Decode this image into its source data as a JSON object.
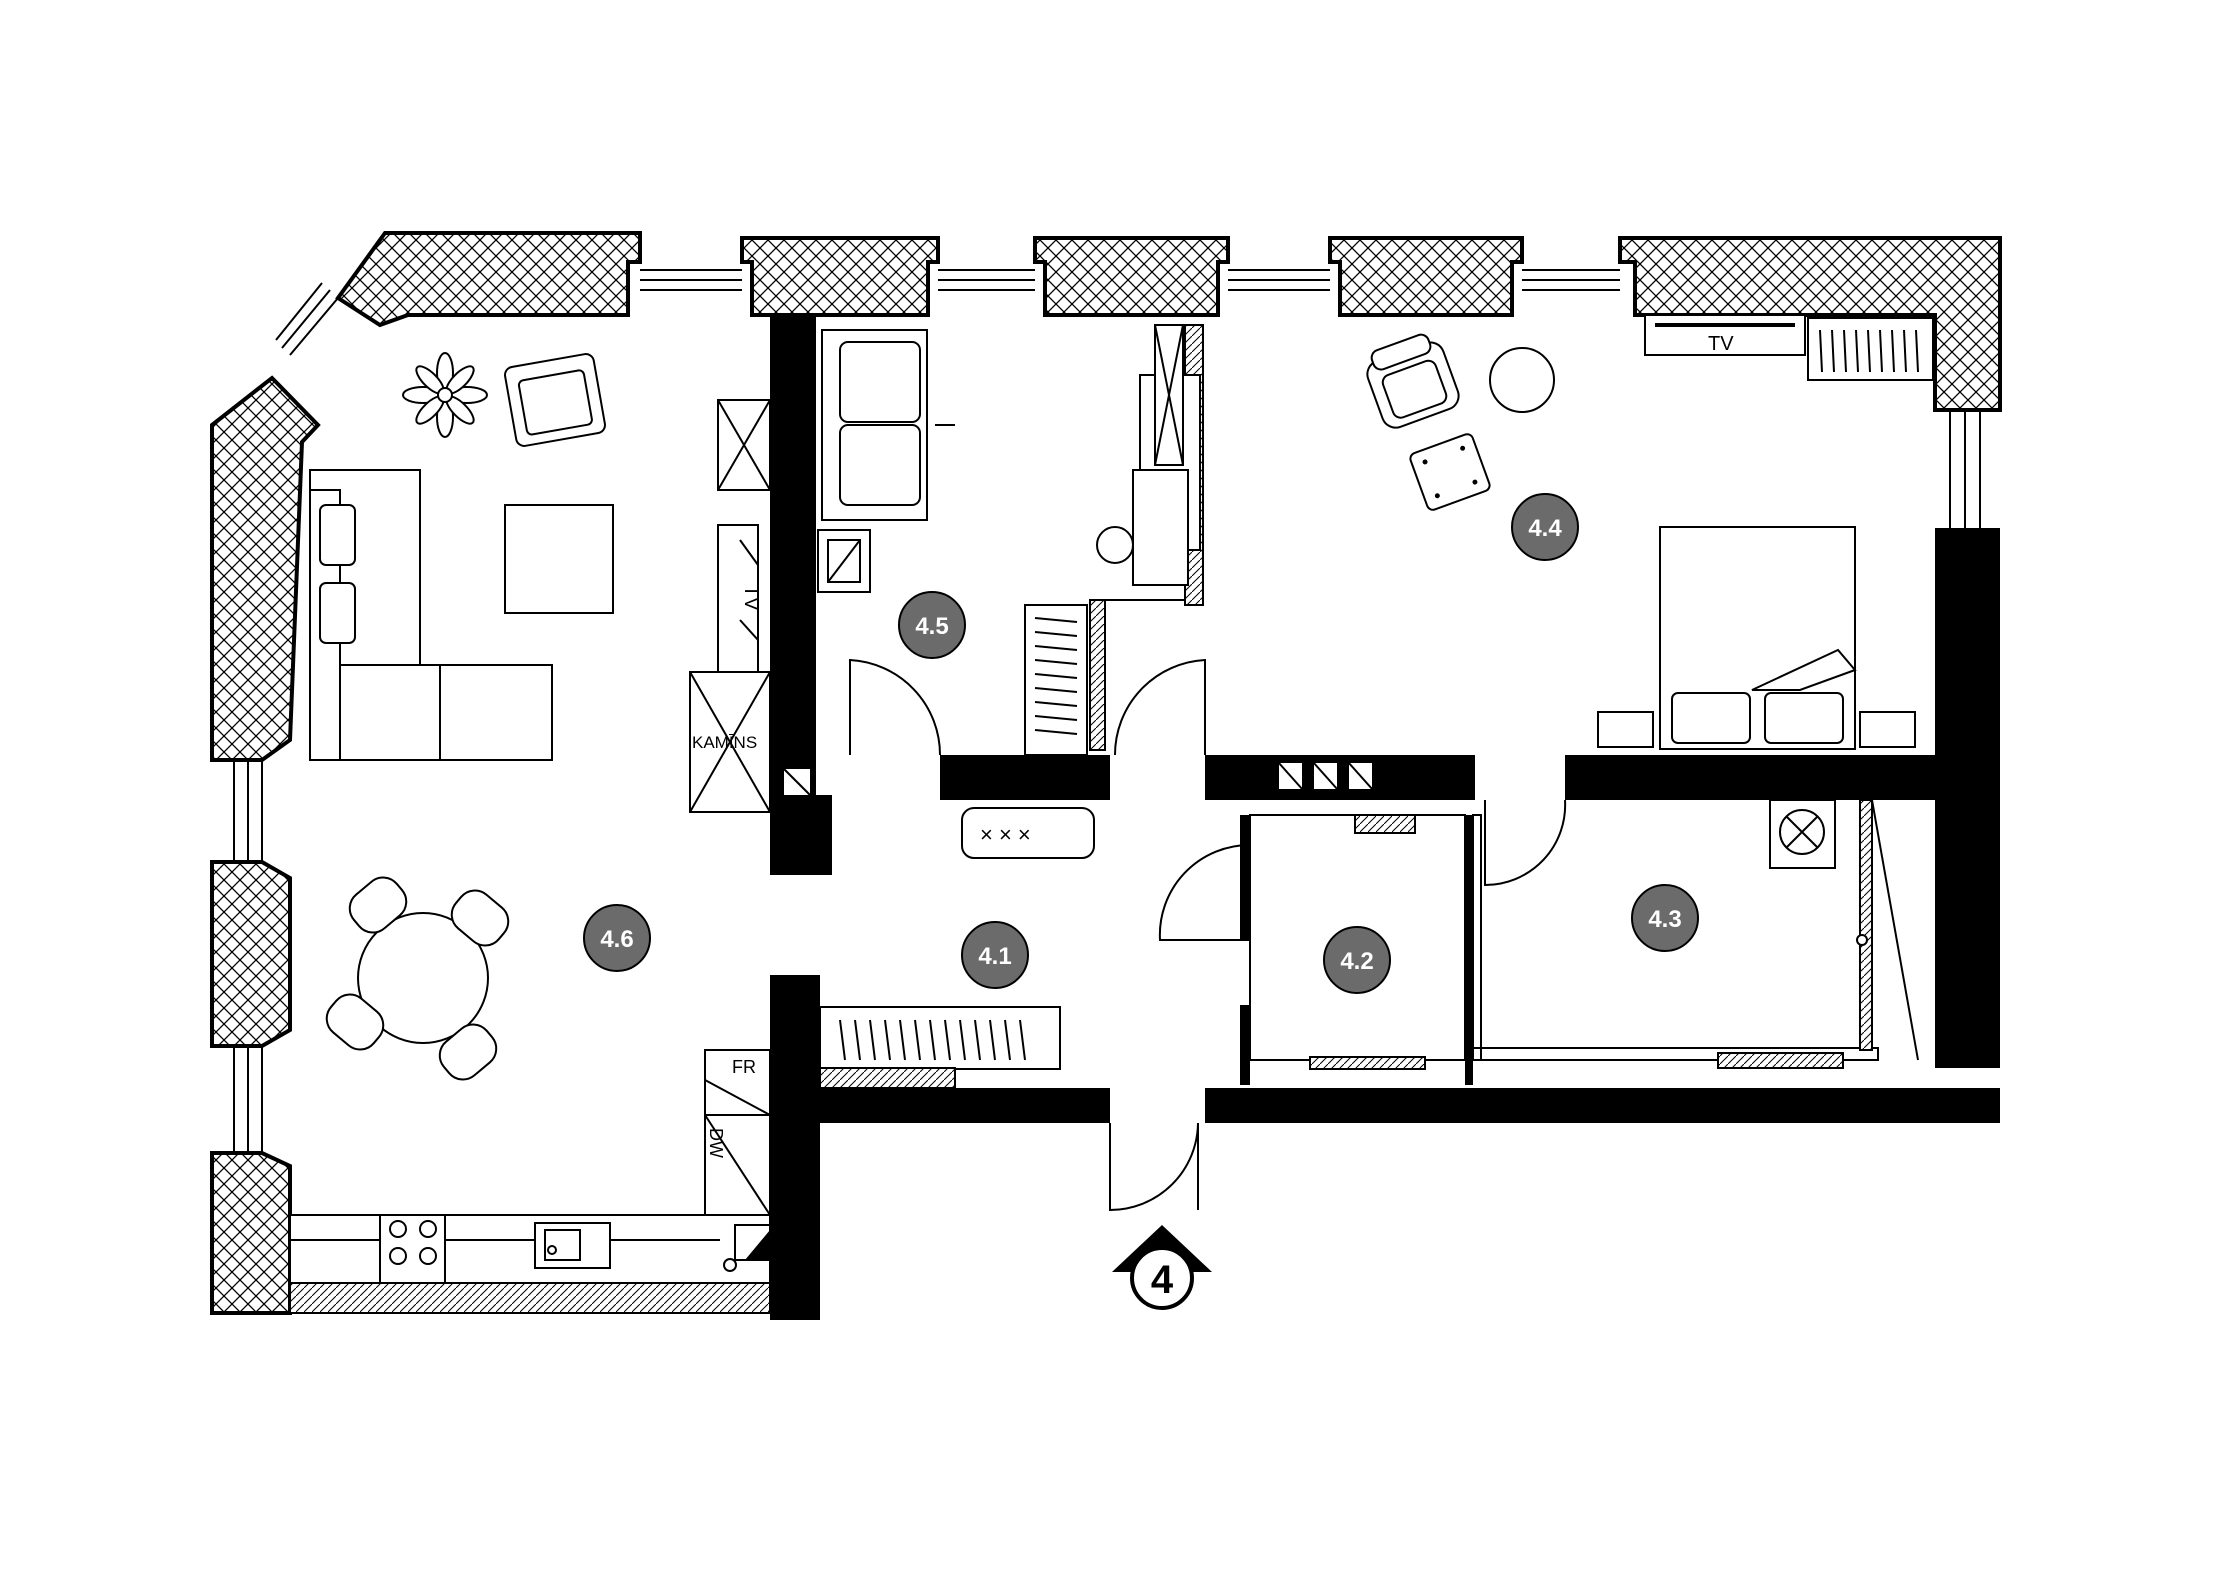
{
  "labels": {
    "tv_living": "TV",
    "tv_bedroom": "TV",
    "fireplace": "KAMĪNS",
    "fridge": "FR",
    "dishwasher": "DW",
    "entrance": "4"
  },
  "rooms": [
    {
      "id": "4.1"
    },
    {
      "id": "4.2"
    },
    {
      "id": "4.3"
    },
    {
      "id": "4.4"
    },
    {
      "id": "4.5"
    },
    {
      "id": "4.6"
    }
  ],
  "colors": {
    "room_marker": "#6b6b6b",
    "wall": "#000000",
    "background": "#ffffff"
  }
}
